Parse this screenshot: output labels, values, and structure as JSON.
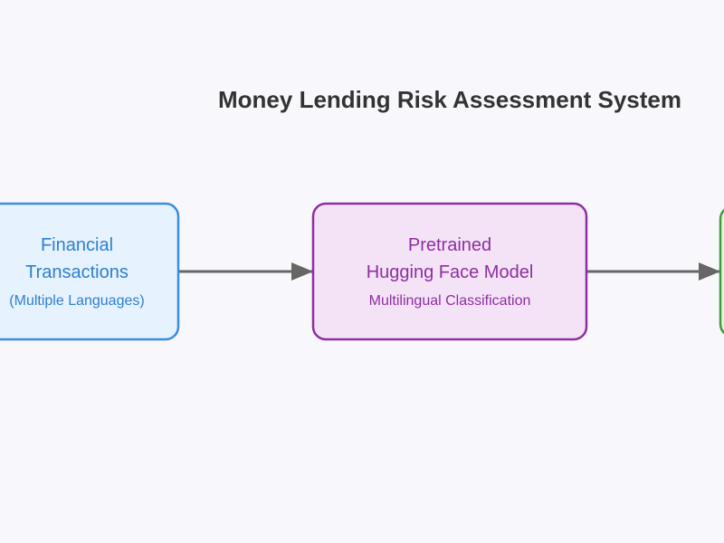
{
  "diagram": {
    "title": "Money Lending Risk Assessment System",
    "nodes": [
      {
        "id": "financial-transactions",
        "lines": [
          "Financial",
          "Transactions"
        ],
        "sublabel": "(Multiple Languages)",
        "colors": {
          "fill": "#e6f2fd",
          "stroke": "#3a8ee0",
          "text": "#2f80d0"
        }
      },
      {
        "id": "pretrained-model",
        "lines": [
          "Pretrained",
          "Hugging Face Model"
        ],
        "sublabel": "Multilingual Classification",
        "colors": {
          "fill": "#f4e3f6",
          "stroke": "#8e2ea3",
          "text": "#8e2ea3"
        }
      },
      {
        "id": "next-stage",
        "lines": [],
        "sublabel": "",
        "colors": {
          "fill": "#e8f5e6",
          "stroke": "#3f9b35",
          "text": "#3f9b35"
        }
      }
    ],
    "edges": [
      {
        "from": "financial-transactions",
        "to": "pretrained-model"
      },
      {
        "from": "pretrained-model",
        "to": "next-stage"
      }
    ],
    "colors": {
      "title": "#333333",
      "edge": "#666666",
      "background": "#f8f8fc"
    }
  }
}
